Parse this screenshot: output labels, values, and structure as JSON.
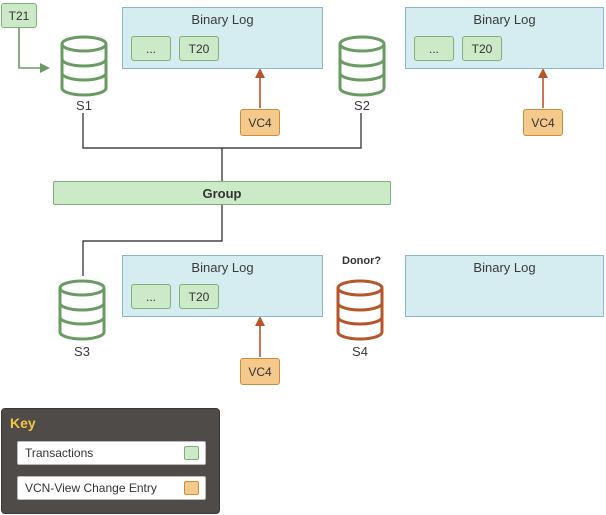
{
  "transaction_t21": {
    "label": "T21"
  },
  "binary_logs": [
    {
      "title": "Binary Log",
      "entries": [
        "...",
        "T20"
      ]
    },
    {
      "title": "Binary Log",
      "entries": [
        "...",
        "T20"
      ]
    },
    {
      "title": "Binary Log",
      "entries": [
        "...",
        "T20"
      ]
    },
    {
      "title": "Binary Log",
      "entries": []
    }
  ],
  "view_changes": [
    "VC4",
    "VC4",
    "VC4"
  ],
  "servers": {
    "s1": {
      "label": "S1"
    },
    "s2": {
      "label": "S2"
    },
    "s3": {
      "label": "S3"
    },
    "s4": {
      "label": "S4",
      "annotation": "Donor?"
    }
  },
  "group": {
    "label": "Group"
  },
  "key": {
    "title": "Key",
    "items": [
      {
        "label": "Transactions",
        "color": "#cce9c8"
      },
      {
        "label": "VCN-View Change Entry",
        "color": "#f5c88b"
      }
    ]
  },
  "colors": {
    "server_green": "#6a9b63",
    "server_donor": "#b5562b",
    "arrow_orange": "#b5562b",
    "arrow_green": "#6a9b63",
    "binlog_fill": "#d5ecf0",
    "key_background": "#4f4b48",
    "key_title": "#f5c542"
  },
  "icons": {
    "server": "database-cylinder-icon"
  }
}
